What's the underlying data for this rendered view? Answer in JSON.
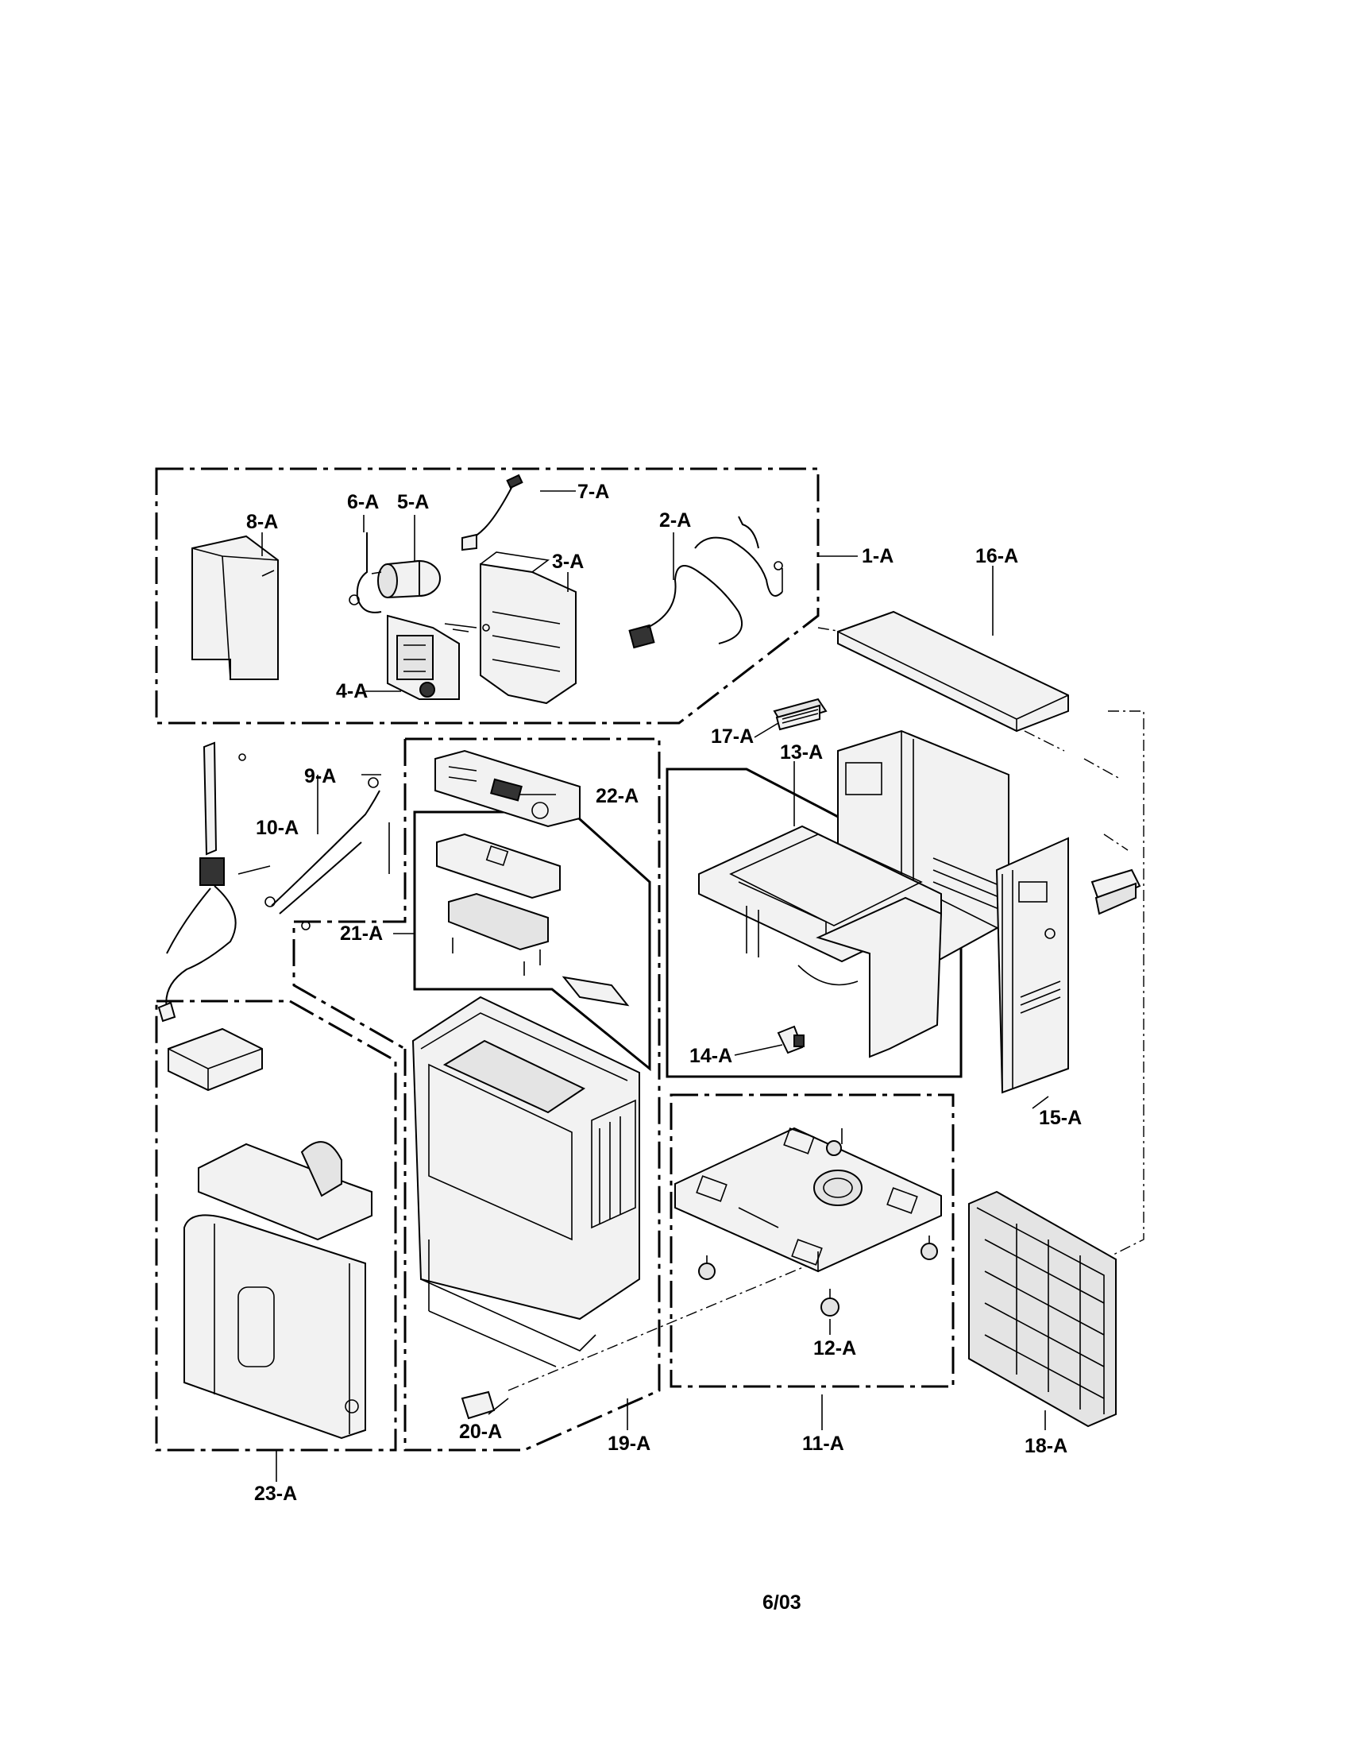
{
  "diagram": {
    "callouts": {
      "c1": "1-A",
      "c2": "2-A",
      "c3": "3-A",
      "c4": "4-A",
      "c5": "5-A",
      "c6": "6-A",
      "c7": "7-A",
      "c8": "8-A",
      "c9": "9-A",
      "c10": "10-A",
      "c11": "11-A",
      "c12": "12-A",
      "c13": "13-A",
      "c14": "14-A",
      "c15": "15-A",
      "c16": "16-A",
      "c17": "17-A",
      "c18": "18-A",
      "c19": "19-A",
      "c20": "20-A",
      "c21": "21-A",
      "c22": "22-A",
      "c23": "23-A"
    },
    "footer_date": "6/03"
  }
}
